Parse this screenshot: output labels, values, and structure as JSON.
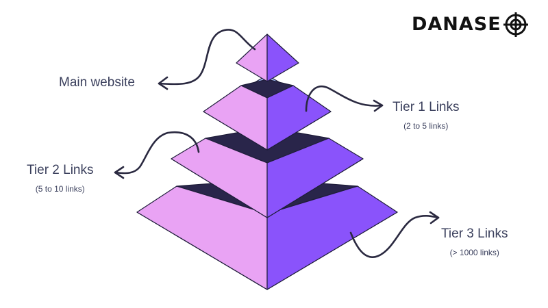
{
  "brand": {
    "name": "DANASE",
    "logo_icon": "crosshair-target-icon"
  },
  "colors": {
    "pink_face": "#e9a3f4",
    "purple_face": "#8a53fb",
    "frame": "#a9c5ff",
    "dark_core": "#29254a",
    "outline": "#1f1d3a",
    "arrow": "#2a2940",
    "text": "#3a3f5c"
  },
  "labels": {
    "main": {
      "title": "Main website"
    },
    "tier1": {
      "title": "Tier 1 Links",
      "sub": "(2 to 5 links)"
    },
    "tier2": {
      "title": "Tier 2 Links",
      "sub": "(5 to 10 links)"
    },
    "tier3": {
      "title": "Tier 3 Links",
      "sub": "(> 1000 links)"
    }
  }
}
